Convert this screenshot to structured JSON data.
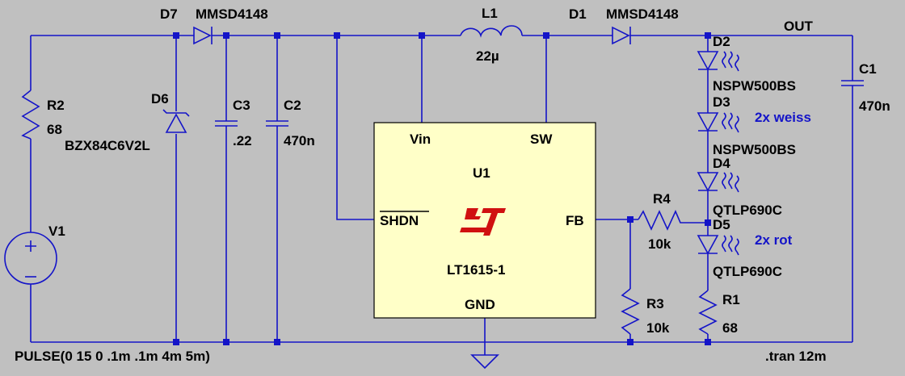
{
  "components": {
    "d7": {
      "ref": "D7",
      "value": "MMSD4148"
    },
    "d1": {
      "ref": "D1",
      "value": "MMSD4148"
    },
    "l1": {
      "ref": "L1",
      "value": "22µ"
    },
    "r2": {
      "ref": "R2",
      "value": "68"
    },
    "d6": {
      "ref": "D6",
      "value": "BZX84C6V2L"
    },
    "c3": {
      "ref": "C3",
      "value": ".22"
    },
    "c2": {
      "ref": "C2",
      "value": "470n"
    },
    "c1": {
      "ref": "C1",
      "value": "470n"
    },
    "v1": {
      "ref": "V1",
      "value": "PULSE(0 15 0 .1m .1m 4m 5m)"
    },
    "d2": {
      "ref": "D2",
      "value": "NSPW500BS"
    },
    "d3": {
      "ref": "D3",
      "value": "NSPW500BS"
    },
    "d4": {
      "ref": "D4",
      "value": "QTLP690C"
    },
    "d5": {
      "ref": "D5",
      "value": "QTLP690C"
    },
    "r4": {
      "ref": "R4",
      "value": "10k"
    },
    "r3": {
      "ref": "R3",
      "value": "10k"
    },
    "r1": {
      "ref": "R1",
      "value": "68"
    }
  },
  "ic": {
    "ref": "U1",
    "part": "LT1615-1",
    "pins": {
      "vin": "Vin",
      "sw": "SW",
      "shdn": "SHDN",
      "fb": "FB",
      "gnd": "GND"
    }
  },
  "net_out": "OUT",
  "notes": {
    "white_leds": "2x weiss",
    "red_leds": "2x rot"
  },
  "directive": ".tran 12m",
  "colors": {
    "wire": "#1414c8",
    "ic_fill": "#ffffc8",
    "logo": "#d01010",
    "background": "#c0c0c0"
  }
}
